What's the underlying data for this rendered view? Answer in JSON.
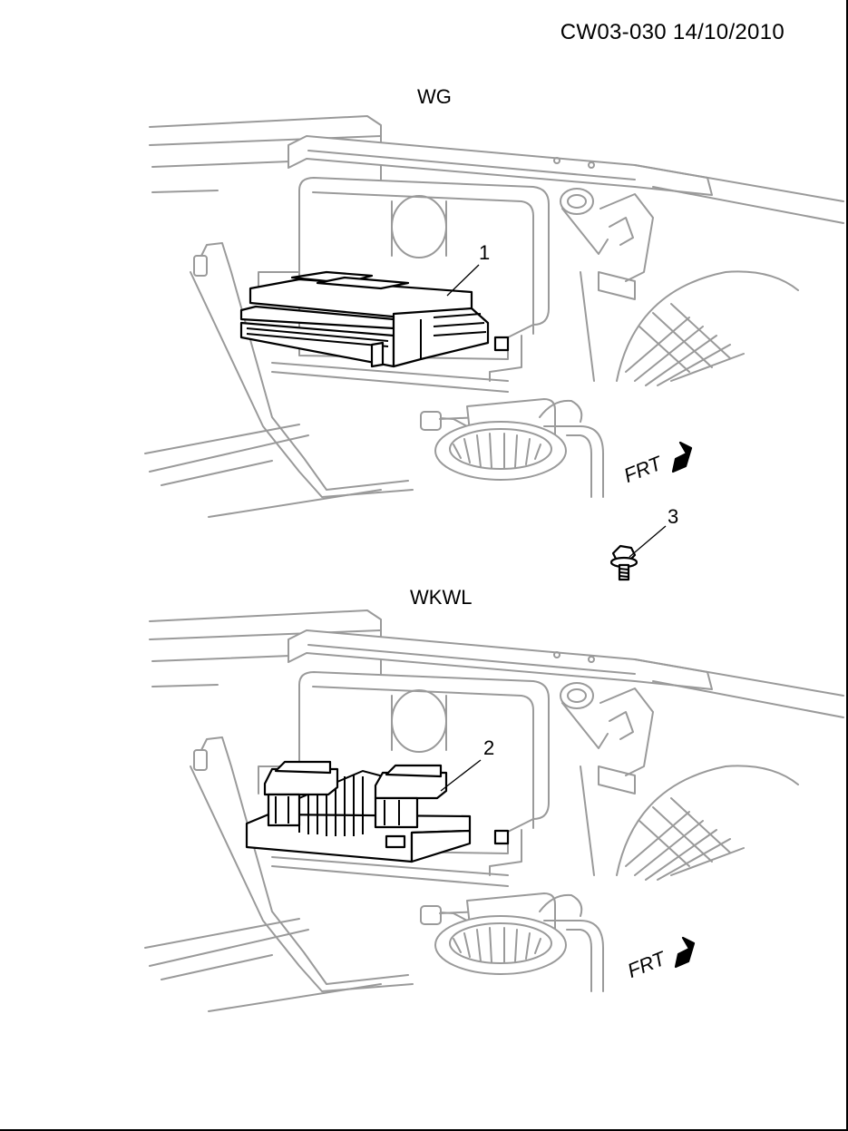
{
  "document": {
    "reference": "CW03-030 14/10/2010"
  },
  "views": [
    {
      "label": "WG",
      "direction_label": "FRT",
      "callout": "1"
    },
    {
      "label": "WKWL",
      "direction_label": "FRT",
      "callout": "2"
    }
  ],
  "fastener_callout": "3",
  "colors": {
    "background_line": "#9a9a9a",
    "component_line": "#000000"
  }
}
